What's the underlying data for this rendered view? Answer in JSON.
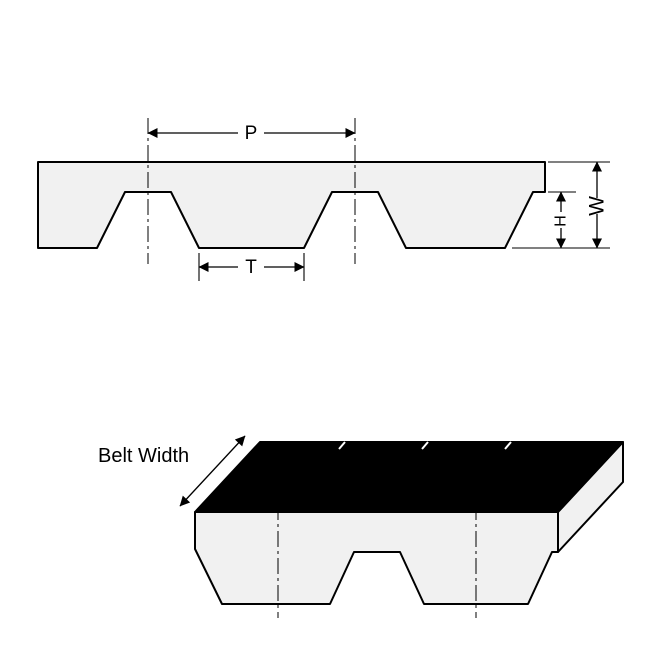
{
  "diagram": {
    "profile_view": {
      "pitch_label": "P",
      "tooth_width_label": "T",
      "tooth_height_label": "H",
      "thickness_label": "W"
    },
    "isometric_view": {
      "belt_width_label": "Belt Width"
    },
    "colors": {
      "outline": "#000000",
      "belt_fill": "#f1f1f1",
      "top_face": "#000000",
      "background": "#ffffff"
    }
  }
}
